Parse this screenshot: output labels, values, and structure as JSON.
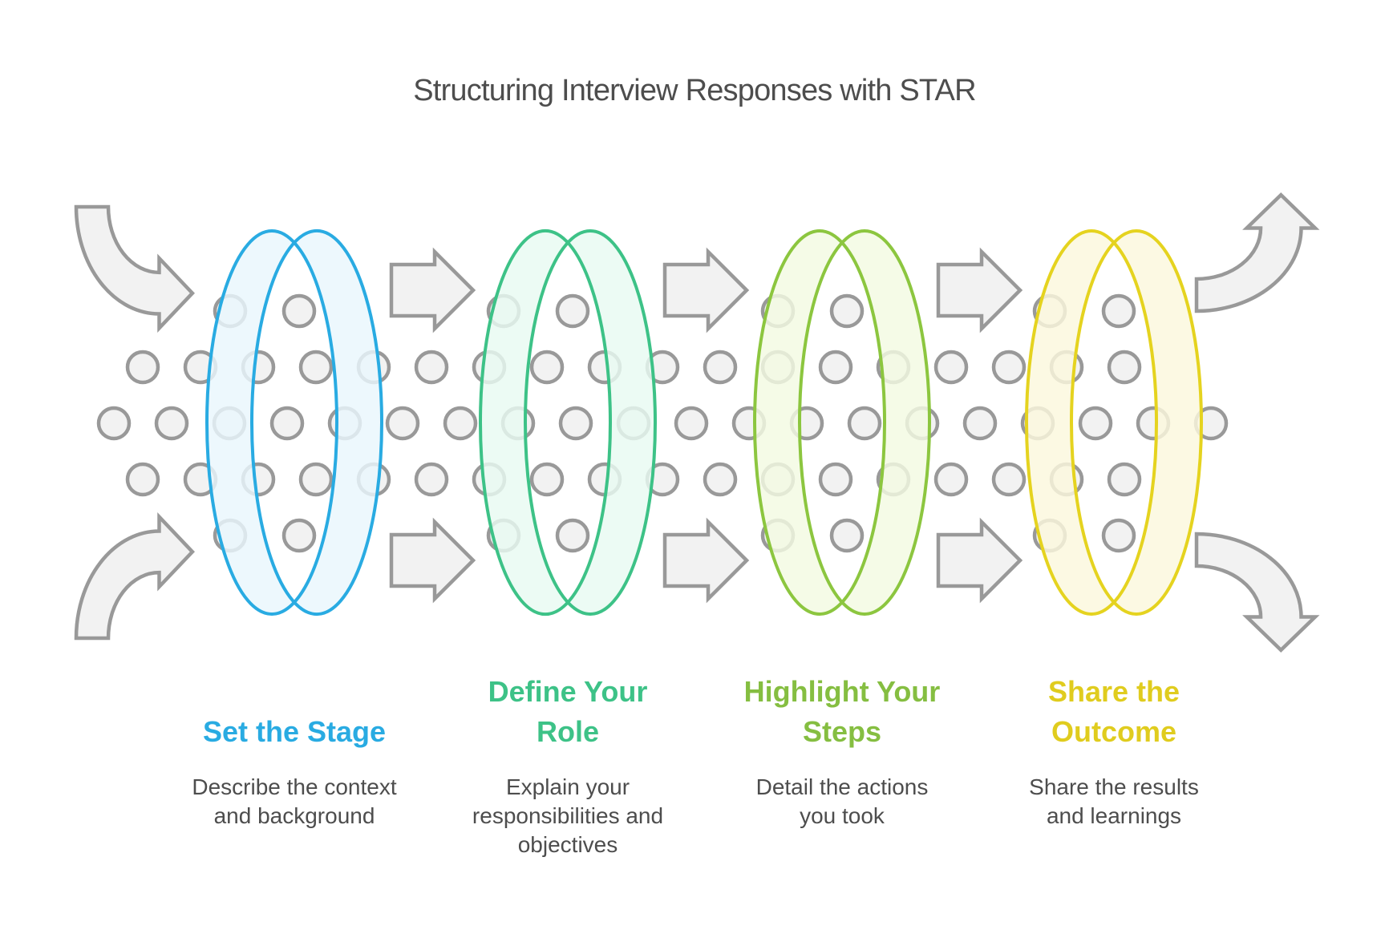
{
  "title": "Structuring Interview Responses with STAR",
  "stages": [
    {
      "id": "situation",
      "title_lines": [
        "Set the Stage"
      ],
      "description_lines": [
        "Describe the context",
        "and background"
      ],
      "color": "#29ABE2",
      "ring_stroke": "#29ABE2",
      "ring_fill": "#E9F6FD"
    },
    {
      "id": "task",
      "title_lines": [
        "Define Your",
        "Role"
      ],
      "description_lines": [
        "Explain your",
        "responsibilities and",
        "objectives"
      ],
      "color": "#3DC287",
      "ring_stroke": "#3DC287",
      "ring_fill": "#E8FAF1"
    },
    {
      "id": "action",
      "title_lines": [
        "Highlight Your",
        "Steps"
      ],
      "description_lines": [
        "Detail the actions",
        "you took"
      ],
      "color": "#85BE41",
      "ring_stroke": "#8CC63F",
      "ring_fill": "#F3FAE2"
    },
    {
      "id": "result",
      "title_lines": [
        "Share the",
        "Outcome"
      ],
      "description_lines": [
        "Share the results",
        "and learnings"
      ],
      "color": "#E0CC1E",
      "ring_stroke": "#E5D31F",
      "ring_fill": "#FBF8DD"
    }
  ],
  "decorations": {
    "dot_fill": "#F2F2F2",
    "dot_stroke": "#999999",
    "arrow_fill": "#F2F2F2",
    "arrow_stroke": "#999999"
  },
  "text_colors": {
    "title": "#4D4D4D",
    "description": "#4D4D4D"
  }
}
